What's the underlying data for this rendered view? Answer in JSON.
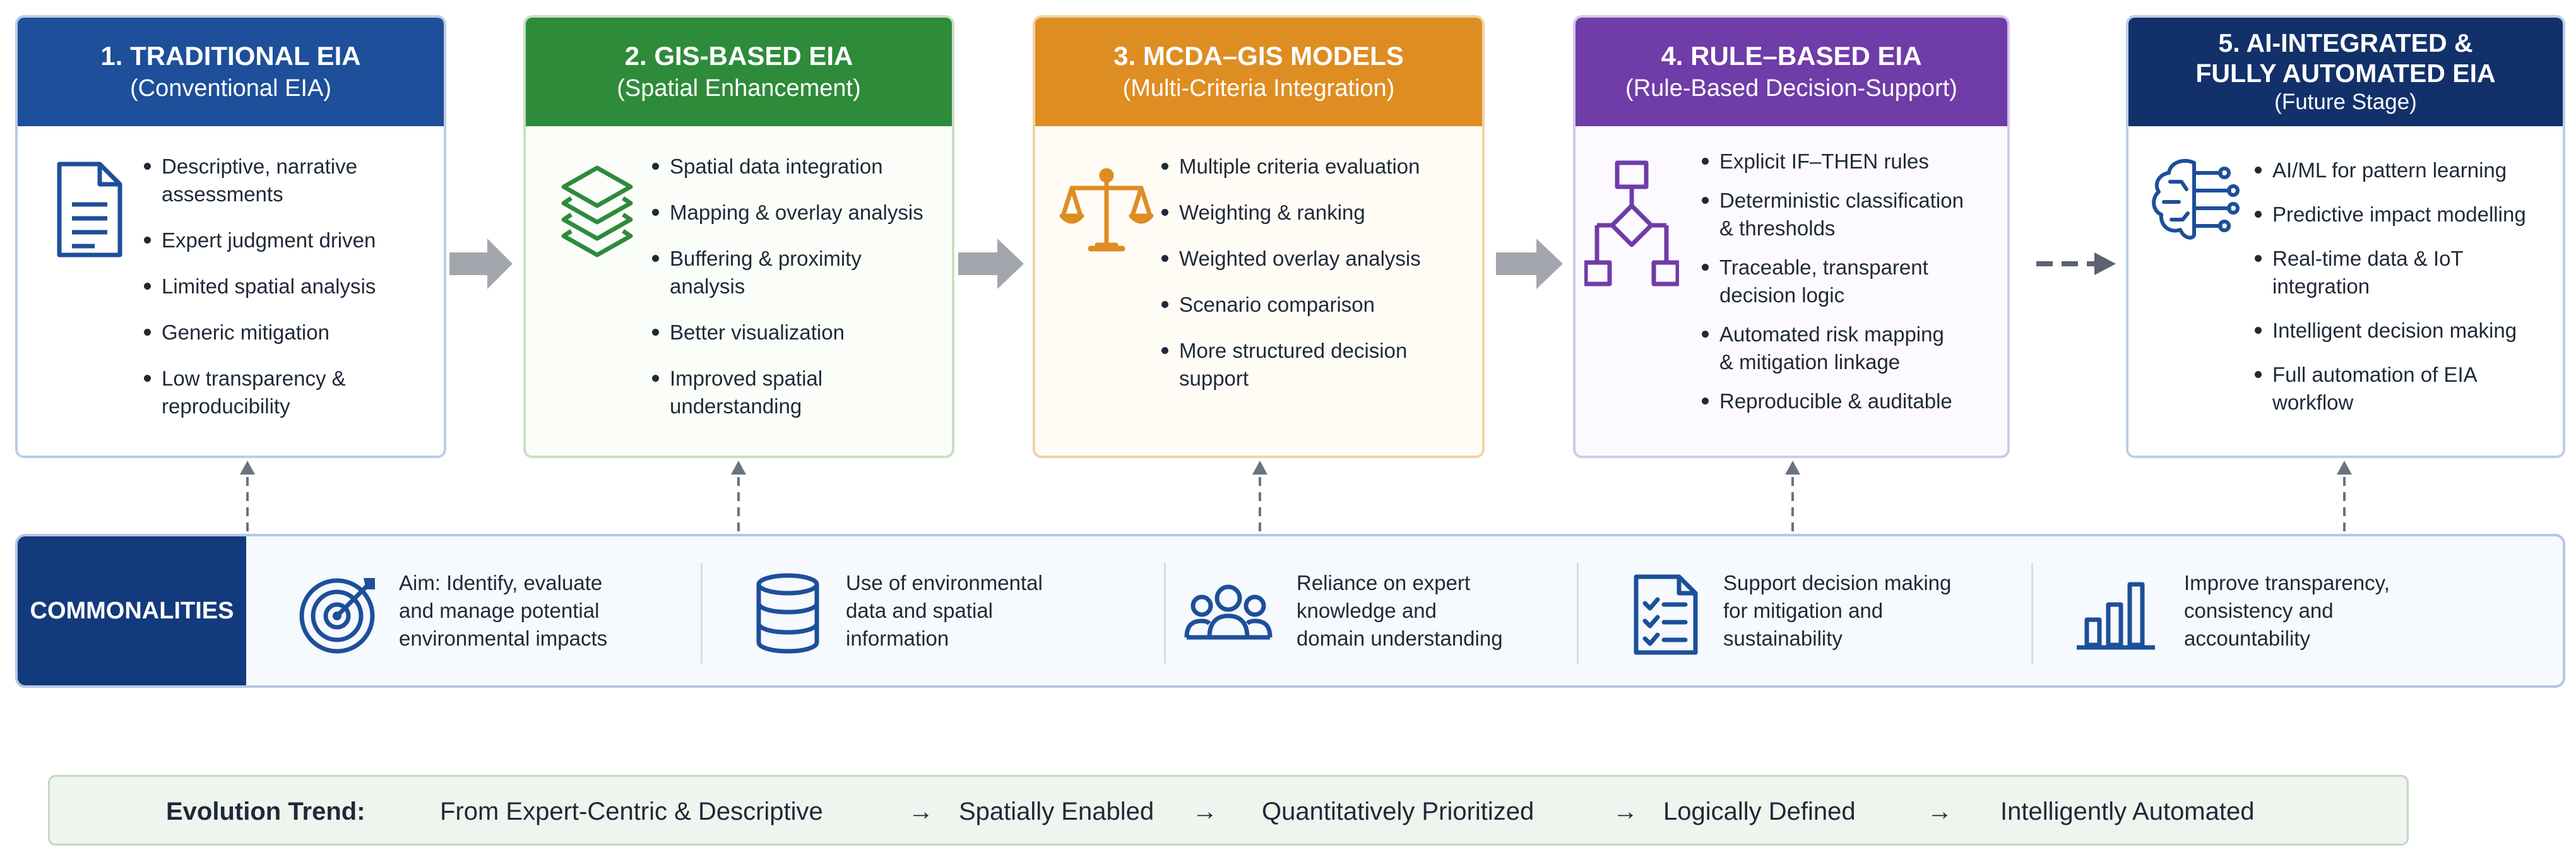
{
  "stages": [
    {
      "title": "1. TRADITIONAL EIA",
      "subtitle": "(Conventional EIA)",
      "icon": "document-icon",
      "items": [
        [
          "Descriptive, narrative",
          "assessments"
        ],
        [
          "Expert judgment driven"
        ],
        [
          "Limited spatial analysis"
        ],
        [
          "Generic mitigation"
        ],
        [
          "Low transparency &",
          "reproducibility"
        ]
      ]
    },
    {
      "title": "2. GIS-BASED EIA",
      "subtitle": "(Spatial Enhancement)",
      "icon": "layers-icon",
      "items": [
        [
          "Spatial data integration"
        ],
        [
          "Mapping & overlay analysis"
        ],
        [
          "Buffering & proximity analysis"
        ],
        [
          "Better visualization"
        ],
        [
          "Improved spatial",
          "understanding"
        ]
      ]
    },
    {
      "title": "3. MCDA–GIS MODELS",
      "subtitle": "(Multi-Criteria Integration)",
      "icon": "scales-icon",
      "items": [
        [
          "Multiple criteria evaluation"
        ],
        [
          "Weighting & ranking"
        ],
        [
          "Weighted overlay analysis"
        ],
        [
          "Scenario comparison"
        ],
        [
          "More structured decision",
          "support"
        ]
      ]
    },
    {
      "title": "4. RULE–BASED EIA",
      "subtitle": "(Rule-Based Decision-Support)",
      "icon": "flowchart-icon",
      "items": [
        [
          "Explicit IF–THEN rules"
        ],
        [
          "Deterministic classification",
          "& thresholds"
        ],
        [
          "Traceable, transparent",
          "decision logic"
        ],
        [
          "Automated risk mapping",
          "& mitigation linkage"
        ],
        [
          "Reproducible & auditable"
        ]
      ]
    },
    {
      "title": "5. AI-INTEGRATED &",
      "title2": "FULLY AUTOMATED EIA",
      "subtitle": "(Future Stage)",
      "icon": "ai-brain-icon",
      "items": [
        [
          "AI/ML for pattern learning"
        ],
        [
          "Predictive impact modelling"
        ],
        [
          "Real-time data & IoT",
          "integration"
        ],
        [
          "Intelligent decision making"
        ],
        [
          "Full automation of EIA",
          "workflow"
        ]
      ]
    }
  ],
  "commonalities": {
    "label": "COMMONALITIES",
    "items": [
      {
        "icon": "target-icon",
        "lines": [
          "Aim: Identify, evaluate",
          "and manage potential",
          "environmental impacts"
        ]
      },
      {
        "icon": "database-icon",
        "lines": [
          "Use of environmental",
          "data and spatial",
          "information"
        ]
      },
      {
        "icon": "people-icon",
        "lines": [
          "Reliance on expert",
          "knowledge and",
          "domain understanding"
        ]
      },
      {
        "icon": "checklist-icon",
        "lines": [
          "Support decision making",
          "for mitigation and",
          "sustainability"
        ]
      },
      {
        "icon": "bar-chart-icon",
        "lines": [
          "Improve transparency,",
          "consistency and",
          "accountability"
        ]
      }
    ]
  },
  "trend": {
    "label": "Evolution Trend:",
    "steps": [
      "From Expert-Centric & Descriptive",
      "Spatially Enabled",
      "Quantitatively Prioritized",
      "Logically Defined",
      "Intelligently Automated"
    ],
    "arrow": "→"
  },
  "colors": {
    "stage1": "#1d4f9a",
    "stage2": "#2e8b3a",
    "stage3": "#de8d22",
    "stage4": "#6f3ca8",
    "stage5": "#12306a",
    "commonalities": "#133a7c"
  }
}
